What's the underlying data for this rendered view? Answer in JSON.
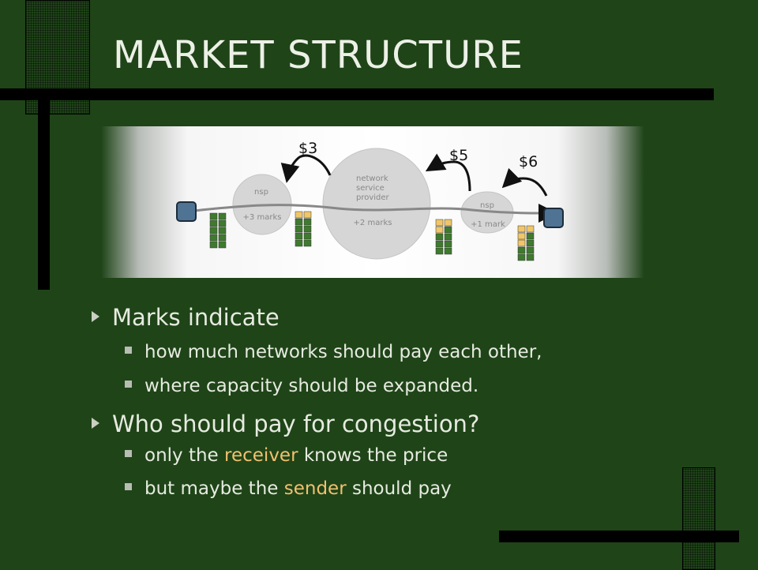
{
  "slide": {
    "title": "MARKET STRUCTURE"
  },
  "diagram": {
    "prices": [
      "$3",
      "$5",
      "$6"
    ],
    "nodes": [
      {
        "label": "nsp",
        "marks": "+3 marks"
      },
      {
        "label_lines": [
          "network",
          "service",
          "provider"
        ],
        "marks": "+2 marks"
      },
      {
        "label": "nsp",
        "marks": "+1 mark"
      }
    ],
    "colors": {
      "mark_green": "#3f7a2e",
      "mark_yellow": "#efc66a",
      "host_blue": "#4f7393",
      "node_gray": "#d4d4d4"
    }
  },
  "bullets": [
    {
      "text": "Marks indicate",
      "sub": [
        {
          "pre": "how much networks should pay each other,"
        },
        {
          "pre": "where capacity should be expanded."
        }
      ]
    },
    {
      "text": "Who should pay for congestion?",
      "sub": [
        {
          "pre": "only the ",
          "hl": "receiver",
          "post": " knows the price"
        },
        {
          "pre": "but maybe the ",
          "hl": "sender",
          "post": " should pay"
        }
      ]
    }
  ]
}
